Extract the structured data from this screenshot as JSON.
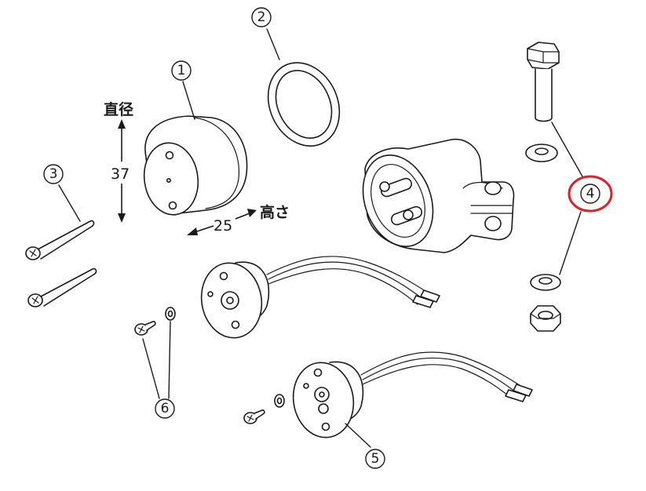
{
  "diagram": {
    "callouts": [
      {
        "id": "1",
        "label": "①"
      },
      {
        "id": "2",
        "label": "②"
      },
      {
        "id": "3",
        "label": "③"
      },
      {
        "id": "4",
        "label": "④"
      },
      {
        "id": "5",
        "label": "⑤"
      },
      {
        "id": "6",
        "label": "⑥"
      }
    ],
    "dimensions": {
      "diameter_label": "直径",
      "diameter_value": "37",
      "height_value": "25",
      "height_label": "高さ"
    },
    "highlight_color": "#e0202a"
  }
}
